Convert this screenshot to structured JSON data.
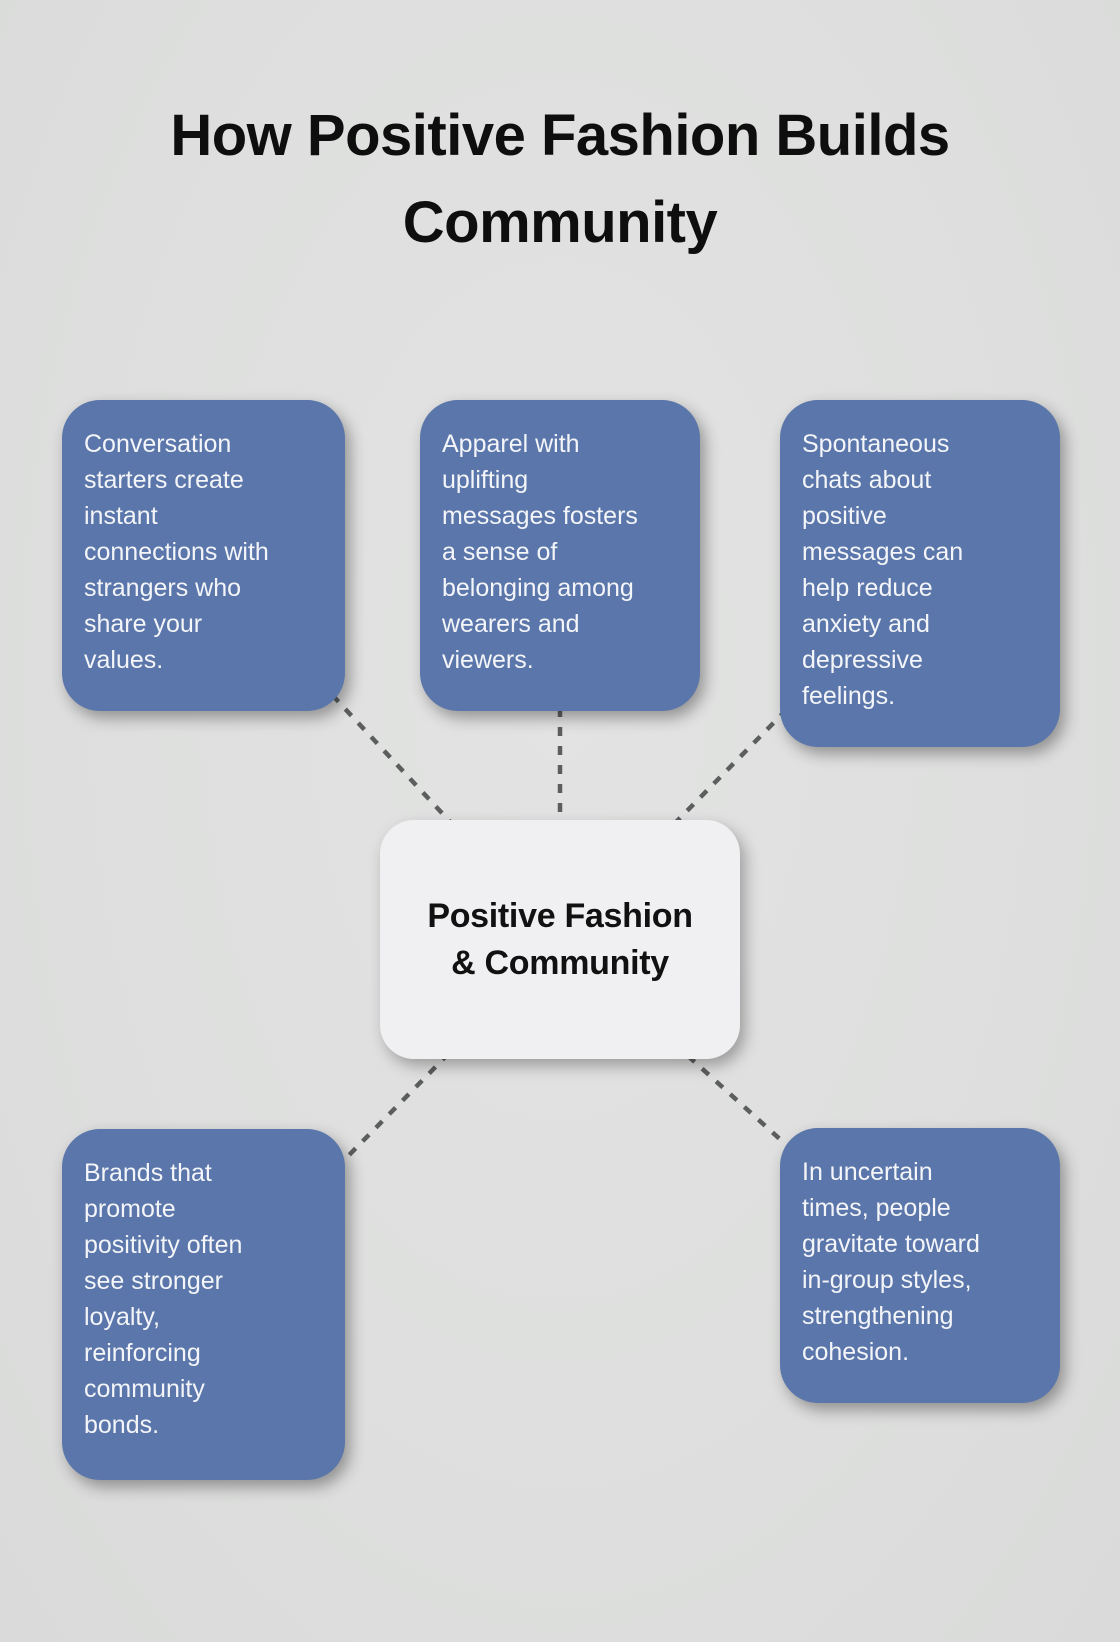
{
  "title": {
    "text": "How Positive Fashion Builds Community",
    "lines": [
      "How Positive Fashion Builds",
      "Community"
    ]
  },
  "center_node": {
    "text": "Positive Fashion & Community",
    "lines": [
      "Positive Fashion",
      "& Community"
    ]
  },
  "nodes": [
    {
      "id": "conversation-starters",
      "text": "Conversation starters create instant connections with strangers who share your values.",
      "lines": [
        "Conversation",
        "starters create",
        "instant",
        "connections with",
        "strangers who",
        "share your",
        "values."
      ]
    },
    {
      "id": "uplifting-apparel",
      "text": "Apparel with uplifting messages fosters a sense of belonging among wearers and viewers.",
      "lines": [
        "Apparel with",
        "uplifting",
        "messages fosters",
        "a sense of",
        "belonging among",
        "wearers and",
        "viewers."
      ]
    },
    {
      "id": "spontaneous-chats",
      "text": "Spontaneous chats about positive messages can help reduce anxiety and depressive feelings.",
      "lines": [
        "Spontaneous",
        "chats about",
        "positive",
        "messages can",
        "help reduce",
        "anxiety and",
        "depressive",
        "feelings."
      ]
    },
    {
      "id": "brand-loyalty",
      "text": "Brands that promote positivity often see stronger loyalty, reinforcing community bonds.",
      "lines": [
        "Brands that",
        "promote",
        "positivity often",
        "see stronger",
        "loyalty,",
        "reinforcing",
        "community",
        "bonds."
      ]
    },
    {
      "id": "in-group-styles",
      "text": "In uncertain times, people gravitate toward in-group styles, strengthening cohesion.",
      "lines": [
        "In uncertain",
        "times, people",
        "gravitate toward",
        "in-group styles,",
        "strengthening",
        "cohesion."
      ]
    }
  ],
  "colors": {
    "background": "#dedfde",
    "node_fill": "#5b76aa",
    "node_text": "#f3f5f8",
    "center_fill": "#f0f0f2",
    "center_text": "#111111",
    "title_text": "#0e0e0e",
    "connector": "#5b5e5d"
  }
}
